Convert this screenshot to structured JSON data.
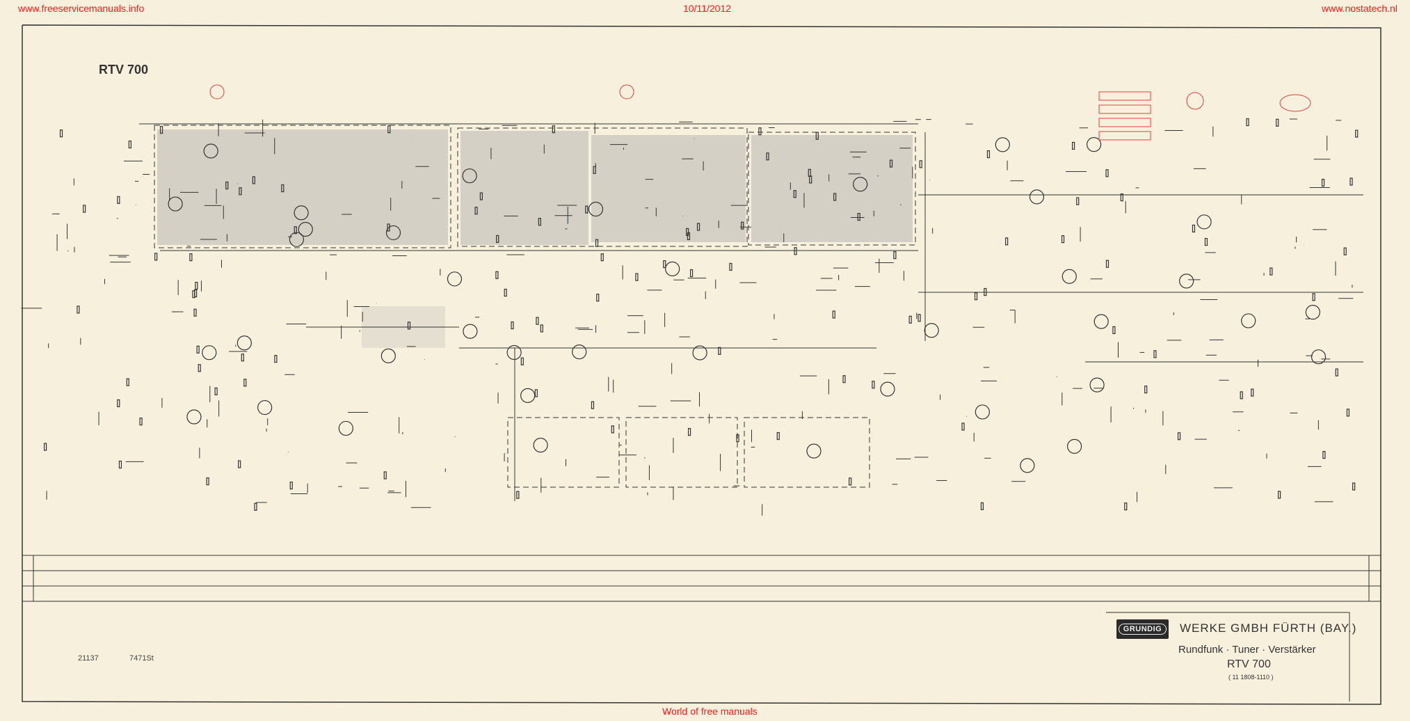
{
  "watermarks": {
    "left_url": "www.freeservicemanuals.info",
    "date": "10/11/2012",
    "right_url": "www.nostatech.nl",
    "footer": "World of free manuals"
  },
  "schematic": {
    "model_title": "RTV 700",
    "doc_number_1": "21137",
    "doc_number_2": "7471St"
  },
  "title_block": {
    "logo_text": "GRUNDIG",
    "company": "WERKE GMBH FÜRTH (BAY.)",
    "product_type": "Rundfunk · Tuner · Verstärker",
    "model": "RTV 700",
    "part_number": "( 11 1808-1110 )"
  },
  "colors": {
    "paper": "#f7f0dc",
    "ink": "#333333",
    "red_annotation": "#e04040",
    "shaded_block": "#c9c6bd",
    "watermark": "#ff1a1a"
  }
}
